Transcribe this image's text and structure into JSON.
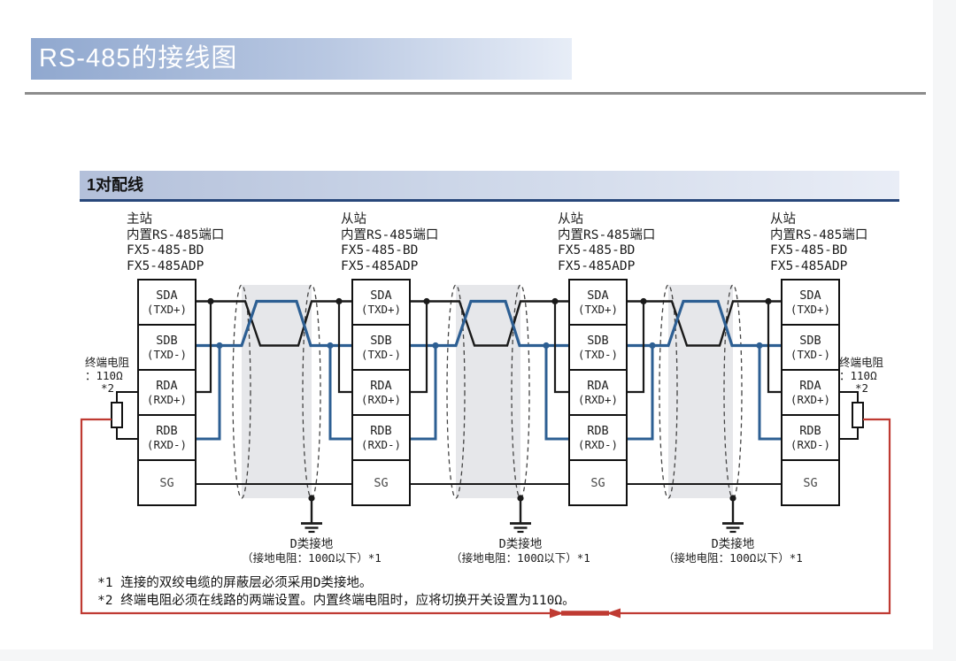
{
  "header": {
    "title": "RS-485的接线图"
  },
  "section": {
    "title": "1对配线"
  },
  "stations": [
    {
      "role": "主站",
      "port": "内置RS-485端口",
      "model_bd": "FX5-485-BD",
      "model_adp": "FX5-485ADP",
      "terminals": [
        {
          "name": "SDA",
          "signal": "(TXD+)"
        },
        {
          "name": "SDB",
          "signal": "(TXD-)"
        },
        {
          "name": "RDA",
          "signal": "(RXD+)"
        },
        {
          "name": "RDB",
          "signal": "(RXD-)"
        },
        {
          "name": "SG",
          "signal": ""
        }
      ]
    },
    {
      "role": "从站",
      "port": "内置RS-485端口",
      "model_bd": "FX5-485-BD",
      "model_adp": "FX5-485ADP",
      "terminals": [
        {
          "name": "SDA",
          "signal": "(TXD+)"
        },
        {
          "name": "SDB",
          "signal": "(TXD-)"
        },
        {
          "name": "RDA",
          "signal": "(RXD+)"
        },
        {
          "name": "RDB",
          "signal": "(RXD-)"
        },
        {
          "name": "SG",
          "signal": ""
        }
      ]
    },
    {
      "role": "从站",
      "port": "内置RS-485端口",
      "model_bd": "FX5-485-BD",
      "model_adp": "FX5-485ADP",
      "terminals": [
        {
          "name": "SDA",
          "signal": "(TXD+)"
        },
        {
          "name": "SDB",
          "signal": "(TXD-)"
        },
        {
          "name": "RDA",
          "signal": "(RXD+)"
        },
        {
          "name": "RDB",
          "signal": "(RXD-)"
        },
        {
          "name": "SG",
          "signal": ""
        }
      ]
    },
    {
      "role": "从站",
      "port": "内置RS-485端口",
      "model_bd": "FX5-485-BD",
      "model_adp": "FX5-485ADP",
      "terminals": [
        {
          "name": "SDA",
          "signal": "(TXD+)"
        },
        {
          "name": "SDB",
          "signal": "(TXD-)"
        },
        {
          "name": "RDA",
          "signal": "(RXD+)"
        },
        {
          "name": "RDB",
          "signal": "(RXD-)"
        },
        {
          "name": "SG",
          "signal": ""
        }
      ]
    }
  ],
  "terminating_resistors": {
    "left": {
      "label": "终端电阻",
      "value": "：110Ω",
      "note": "*2"
    },
    "right": {
      "label": "终端电阻",
      "value": "：110Ω",
      "note": "*2"
    }
  },
  "grounds": [
    {
      "label": "D类接地",
      "detail": "（接地电阻：100Ω以下）*1"
    },
    {
      "label": "D类接地",
      "detail": "（接地电阻：100Ω以下）*1"
    },
    {
      "label": "D类接地",
      "detail": "（接地电阻：100Ω以下）*1"
    }
  ],
  "notes": [
    "*1 连接的双绞电缆的屏蔽层必须采用D类接地。",
    "*2 终端电阻必须在线路的两端设置。内置终端电阻时，应将切换开关设置为110Ω。"
  ],
  "colors": {
    "wire_black": "#1a1a1a",
    "wire_blue": "#2d5f93",
    "wire_red": "#bf3a32",
    "cable_fill": "#e4e5e8",
    "section_border": "#28477a"
  }
}
